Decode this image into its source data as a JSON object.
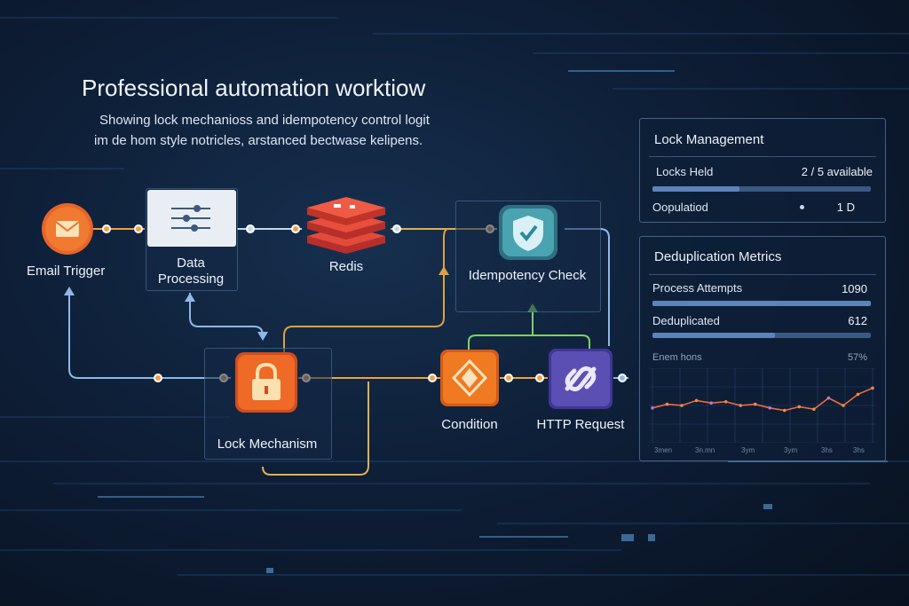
{
  "header": {
    "title": "Professional automation worktiow",
    "subtitle_line1": "Showing lock mechanioss and idempotency control logit",
    "subtitle_line2": "im de hom style notricles, arstanced bectwase kelipens."
  },
  "nodes": {
    "email_trigger": "Email Trigger",
    "data_processing": "Data\nProcessing",
    "redis": "Redis",
    "idempotency_check": "Idempotency Check",
    "lock_mechanism": "Lock Mechanism",
    "condition": "Condition",
    "http_request": "HTTP Request"
  },
  "lock_panel": {
    "title": "Lock Management",
    "locks_held_label": "Locks Held",
    "locks_held_value": "2 / 5 available",
    "locks_held_fraction": 0.4,
    "row2_label": "Oopulatiod",
    "row2_value": "1 D"
  },
  "dedup_panel": {
    "title": "Deduplication Metrics",
    "attempts_label": "Process Attempts",
    "attempts_value": "1090",
    "attempts_fraction": 1.0,
    "dedup_label": "Deduplicated",
    "dedup_value": "612",
    "dedup_fraction": 0.56,
    "rate_label": "Enem hons",
    "rate_value": "57%",
    "x_ticks": [
      "3men",
      "3n.mn",
      "3ym",
      "3ym",
      "3hs",
      "3hs"
    ]
  },
  "colors": {
    "orange": "#f08a2c",
    "red": "#e2463a",
    "teal": "#4aa3b0",
    "purple": "#5b4fb3",
    "wire_blue": "#8fb8e8",
    "trend_line": "#f06a3a"
  },
  "chart_data": {
    "type": "line",
    "series": [
      {
        "values": [
          28,
          31,
          30,
          34,
          32,
          33,
          30,
          31,
          28,
          26,
          29,
          27,
          36,
          30,
          39,
          44
        ]
      }
    ],
    "ylim": [
      0,
      60
    ]
  }
}
